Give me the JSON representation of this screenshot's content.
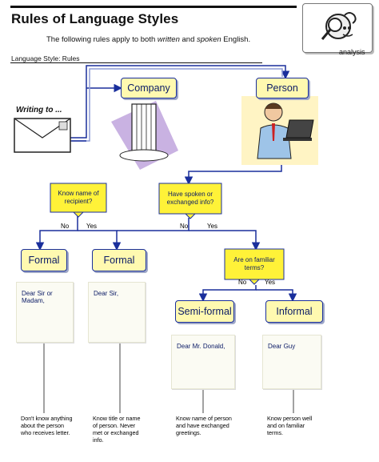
{
  "header": {
    "title": "Rules of Language Styles",
    "subtitle_prefix": "The following rules apply to both ",
    "subtitle_em1": "written",
    "subtitle_mid": " and ",
    "subtitle_em2": "spoken",
    "subtitle_suffix": " English.",
    "breadcrumb": "Language Style: Rules",
    "logo_caption": "analysis"
  },
  "top_nodes": {
    "company": "Company",
    "person": "Person",
    "letter_label": "Writing to ..."
  },
  "decisions": {
    "recipient": "Know name of recipient?",
    "spoken": "Have spoken or exchanged info?",
    "familiar": "Are on familiar terms?"
  },
  "branches": {
    "no": "No",
    "yes": "Yes"
  },
  "styles": {
    "formal_1": "Formal",
    "formal_2": "Formal",
    "semi_formal": "Semi-formal",
    "informal": "Informal"
  },
  "greetings": {
    "formal_1": "Dear Sir or Madam,",
    "formal_2": "Dear Sir,",
    "semi_formal": "Dear Mr. Donald,",
    "informal": "Dear Guy"
  },
  "conditions": {
    "formal_1": "Don't know anything about the person who receives letter.",
    "formal_2": "Know title or name of person. Never met or exchanged info.",
    "semi_formal": "Know name of person and have exchanged greetings.",
    "informal": "Know person well and on familiar terms."
  }
}
